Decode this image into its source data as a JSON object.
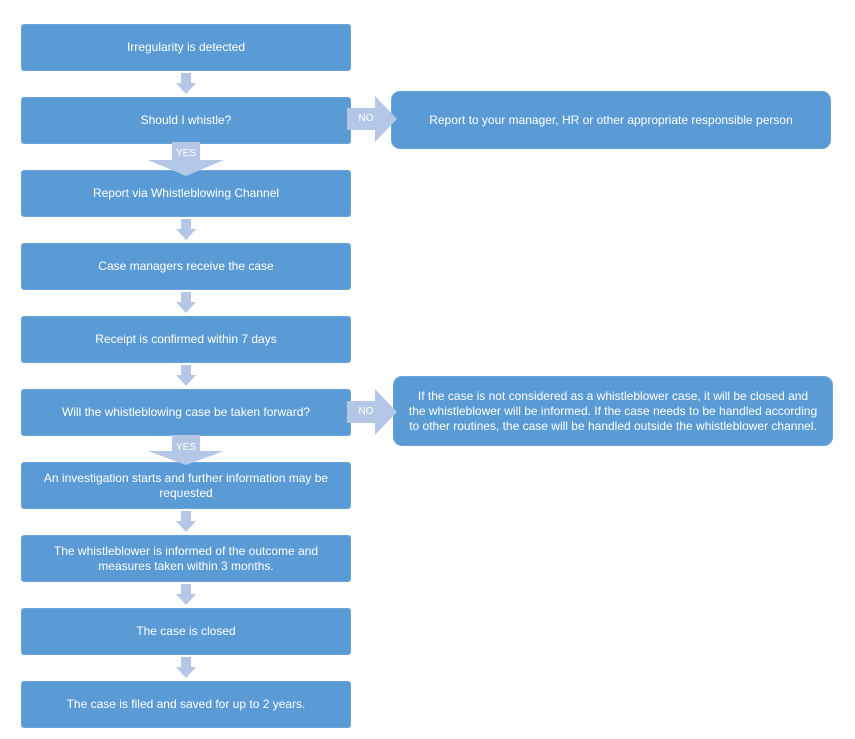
{
  "colors": {
    "box_fill": "#5b9bd5",
    "arrow_fill": "#b4c7e7",
    "text": "#ffffff"
  },
  "steps": [
    {
      "label": "Irregularity is detected"
    },
    {
      "label": "Should I whistle?"
    },
    {
      "label": "Report via Whistleblowing Channel"
    },
    {
      "label": "Case managers receive the case"
    },
    {
      "label": "Receipt is confirmed within 7 days"
    },
    {
      "label": "Will the whistleblowing case be taken forward?"
    },
    {
      "label": "An investigation starts and further information may be requested"
    },
    {
      "label": "The whistleblower is informed of the outcome and measures taken within 3 months."
    },
    {
      "label": "The case is closed"
    },
    {
      "label": "The case is filed and saved for up to 2 years."
    }
  ],
  "branches": {
    "whistle_no_label": "NO",
    "whistle_yes_label": "YES",
    "whistle_no_outcome": "Report to your manager, HR or other appropriate responsible person",
    "forward_no_label": "NO",
    "forward_yes_label": "YES",
    "forward_no_outcome": "If the case is not considered as a whistleblower case, it will be closed and the whistleblower will be informed. If the case needs to be handled according to other routines, the case will be handled outside the whistleblower channel."
  }
}
